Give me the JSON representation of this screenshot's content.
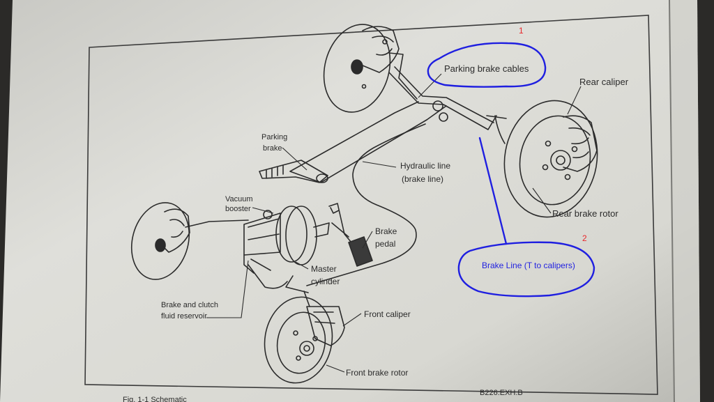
{
  "labels": {
    "parking_brake_cables": "Parking brake cables",
    "rear_caliper": "Rear caliper",
    "parking_brake_line1": "Parking",
    "parking_brake_line2": "brake",
    "hydraulic_line1": "Hydraulic line",
    "hydraulic_line2": "(brake line)",
    "vacuum_booster_line1": "Vacuum",
    "vacuum_booster_line2": "booster",
    "brake_pedal_line1": "Brake",
    "brake_pedal_line2": "pedal",
    "rear_brake_rotor": "Rear brake rotor",
    "master_cylinder_line1": "Master",
    "master_cylinder_line2": "cylinder",
    "brake_clutch_reservoir_line1": "Brake and clutch",
    "brake_clutch_reservoir_line2": "fluid reservoir",
    "front_caliper": "Front caliper",
    "front_brake_rotor": "Front brake rotor",
    "drawing_code": "B226.EXH.B",
    "figure_caption": "Fig. 1-1  Schematic"
  },
  "annotations": {
    "marker_1": "1",
    "marker_2": "2",
    "brake_line_note": "Brake Line (T to calipers)"
  },
  "colors": {
    "annotation_blue": "#1f1fe0",
    "annotation_red": "#e8262a",
    "ink": "#2b2b2b",
    "paper": "#dcdcd6"
  }
}
